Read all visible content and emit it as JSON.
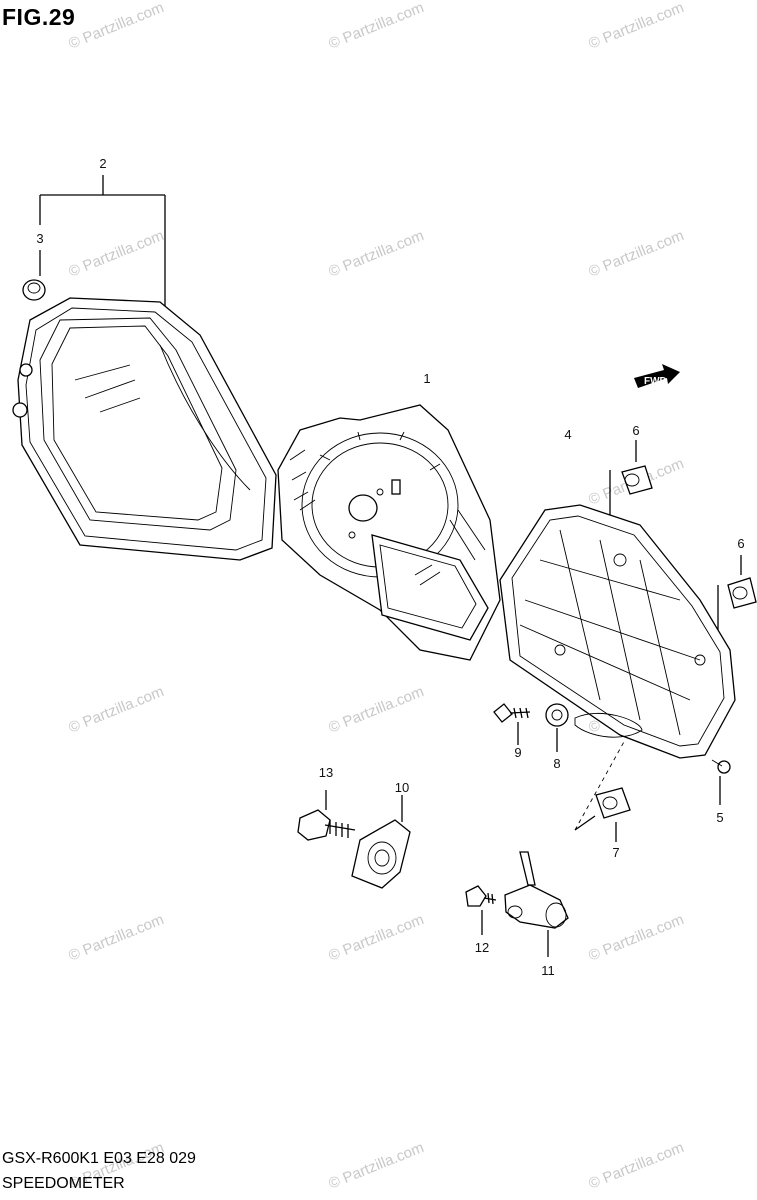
{
  "figure": {
    "title": "FIG.29"
  },
  "footer": {
    "model_code": "GSX-R600K1 E03 E28 029",
    "name": "SPEEDOMETER"
  },
  "watermark": {
    "text": "© Partzilla.com",
    "color": "#c8c8c8"
  },
  "direction_arrow": {
    "label": "FWD"
  },
  "callouts": [
    {
      "id": "1",
      "label": "1",
      "part": "speedometer-assembly"
    },
    {
      "id": "2",
      "label": "2",
      "part": "upper-case"
    },
    {
      "id": "3",
      "label": "3",
      "part": "cushion"
    },
    {
      "id": "4",
      "label": "4",
      "part": "lower-case"
    },
    {
      "id": "5",
      "label": "5",
      "part": "screw"
    },
    {
      "id": "6a",
      "label": "6",
      "part": "grommet"
    },
    {
      "id": "6b",
      "label": "6",
      "part": "grommet"
    },
    {
      "id": "7",
      "label": "7",
      "part": "cushion"
    },
    {
      "id": "8",
      "label": "8",
      "part": "washer"
    },
    {
      "id": "9",
      "label": "9",
      "part": "screw"
    },
    {
      "id": "10",
      "label": "10",
      "part": "mount"
    },
    {
      "id": "11",
      "label": "11",
      "part": "speed-sensor"
    },
    {
      "id": "12",
      "label": "12",
      "part": "bolt"
    },
    {
      "id": "13",
      "label": "13",
      "part": "bolt"
    }
  ]
}
